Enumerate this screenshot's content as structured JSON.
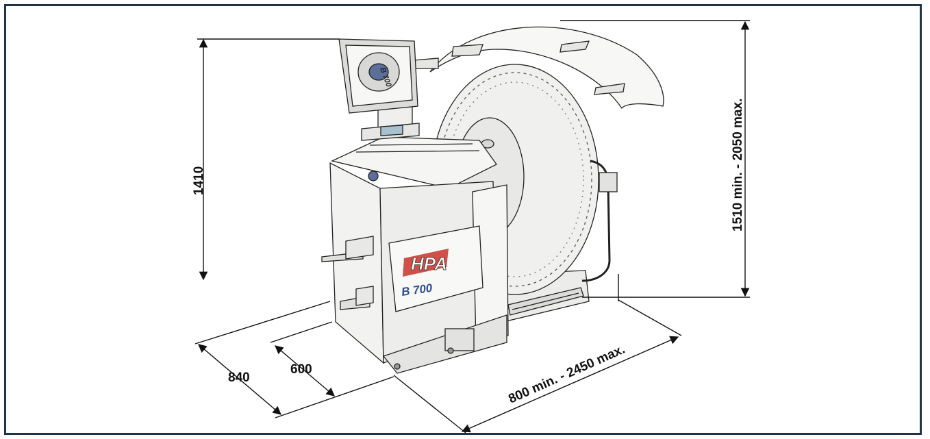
{
  "figure": {
    "frame_color": "#1f3446",
    "dimensions": {
      "height_machine": "1410",
      "height_total": "1510 min. - 2050 max.",
      "depth_total": "840",
      "depth_base": "600",
      "width_total": "800 min. - 2450 max."
    },
    "machine": {
      "brand_logo": "HPA",
      "model_label": "B 700",
      "screen_label": "B 700"
    },
    "colors": {
      "line": "#222222",
      "brand_red": "#c8322a",
      "model_blue": "#2f4f8f",
      "body": "#f3f3f1"
    }
  }
}
